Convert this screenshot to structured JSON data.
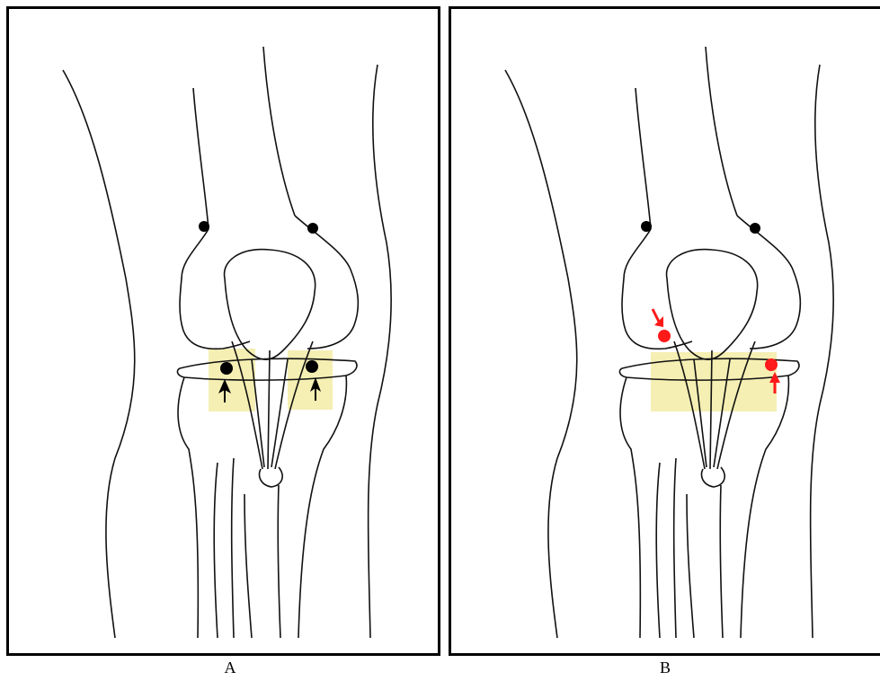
{
  "figure": {
    "panels": [
      {
        "caption": "A",
        "landmark_style": "black-arrows",
        "region_color": "#f3eca6",
        "marker_color": "#000000"
      },
      {
        "caption": "B",
        "landmark_style": "red-arrows",
        "region_color": "#f3eca6",
        "marker_color": "#ff1a1a"
      }
    ]
  }
}
